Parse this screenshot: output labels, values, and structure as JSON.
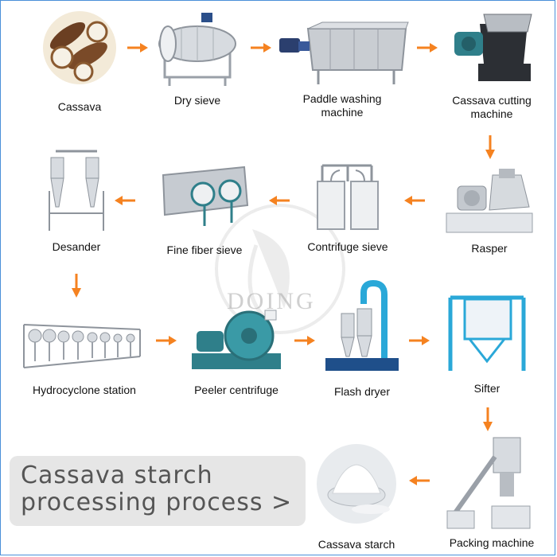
{
  "title": {
    "line1": "Cassava starch",
    "line2": "processing process >"
  },
  "watermark": "DOING",
  "colors": {
    "arrow": "#f58220",
    "border": "#4a90d9",
    "machine_gray": "#c8ccd2",
    "machine_blue": "#2aa8d8",
    "teal": "#2f7f8a"
  },
  "steps": [
    {
      "label": "Cassava"
    },
    {
      "label": "Dry sieve"
    },
    {
      "label_line1": "Paddle washing",
      "label_line2": "machine"
    },
    {
      "label_line1": "Cassava cutting",
      "label_line2": "machine"
    },
    {
      "label": "Rasper"
    },
    {
      "label": "Contrifuge sieve"
    },
    {
      "label": "Fine fiber sieve"
    },
    {
      "label": "Desander"
    },
    {
      "label": "Hydrocyclone station"
    },
    {
      "label": "Peeler centrifuge"
    },
    {
      "label": "Flash dryer"
    },
    {
      "label": "Sifter"
    },
    {
      "label": "Packing machine"
    },
    {
      "label": "Cassava starch"
    }
  ]
}
